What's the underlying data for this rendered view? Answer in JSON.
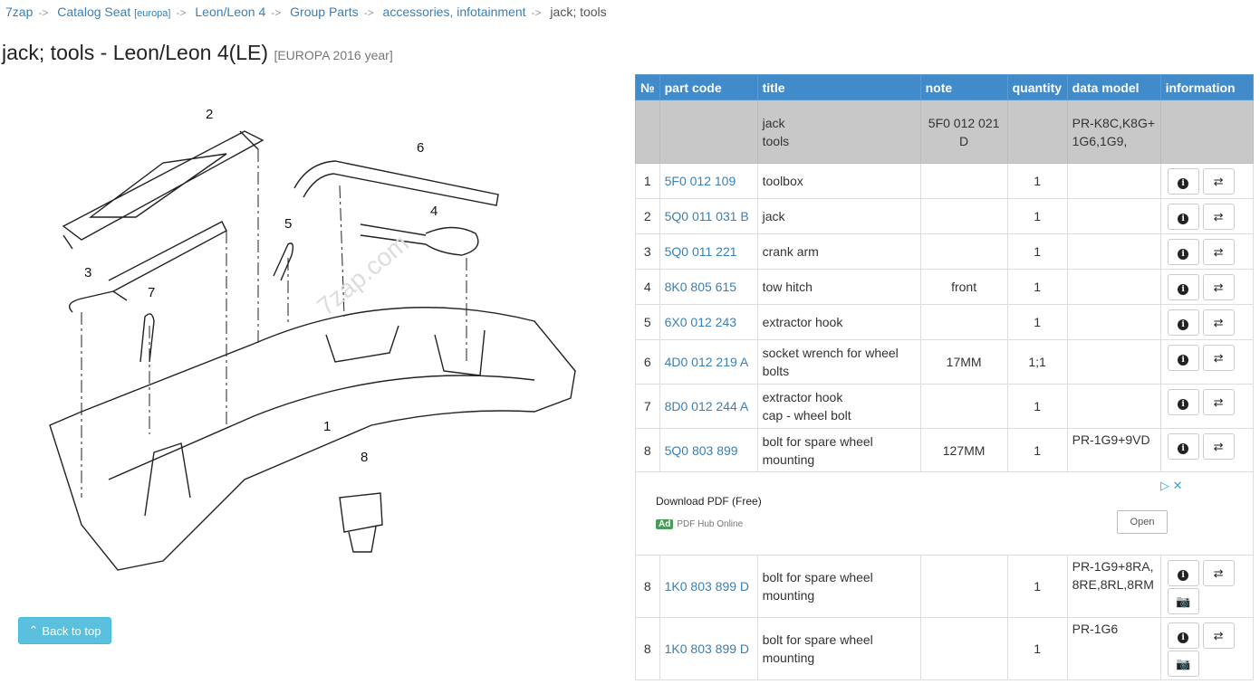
{
  "breadcrumb": {
    "items": [
      {
        "label": "7zap"
      },
      {
        "label": "Catalog Seat",
        "sub": "[europa]"
      },
      {
        "label": "Leon/Leon 4"
      },
      {
        "label": "Group Parts"
      },
      {
        "label": "accessories, infotainment"
      }
    ],
    "current": "jack; tools",
    "separator": "->"
  },
  "page": {
    "title": "jack; tools - Leon/Leon 4(LE)",
    "subtitle": "[EUROPA 2016 year]"
  },
  "diagram": {
    "callouts": [
      "1",
      "2",
      "3",
      "4",
      "5",
      "6",
      "7",
      "8"
    ],
    "watermark": "7zap.com"
  },
  "back_to_top": "Back to top",
  "table": {
    "headers": [
      "№",
      "part code",
      "title",
      "note",
      "quantity",
      "data model",
      "information"
    ],
    "group": {
      "title_lines": [
        "jack",
        "tools"
      ],
      "note": "5F0 012 021 D",
      "model": "PR-K8C,K8G+1G6,1G9,"
    },
    "rows": [
      {
        "no": "1",
        "code": "5F0 012 109",
        "title": "toolbox",
        "note": "",
        "qty": "1",
        "model": "",
        "photo": false
      },
      {
        "no": "2",
        "code": "5Q0 011 031 B",
        "title": "jack",
        "note": "",
        "qty": "1",
        "model": "",
        "photo": false
      },
      {
        "no": "3",
        "code": "5Q0 011 221",
        "title": "crank arm",
        "note": "",
        "qty": "1",
        "model": "",
        "photo": false
      },
      {
        "no": "4",
        "code": "8K0 805 615",
        "title": "tow hitch",
        "note": "front",
        "qty": "1",
        "model": "",
        "photo": false
      },
      {
        "no": "5",
        "code": "6X0 012 243",
        "title": "extractor hook",
        "note": "",
        "qty": "1",
        "model": "",
        "photo": false
      },
      {
        "no": "6",
        "code": "4D0 012 219 A",
        "title": "socket wrench for wheel bolts",
        "note": "17MM",
        "qty": "1;1",
        "model": "",
        "photo": false
      },
      {
        "no": "7",
        "code": "8D0 012 244 A",
        "title": "extractor hook\ncap - wheel bolt",
        "note": "",
        "qty": "1",
        "model": "",
        "photo": false
      },
      {
        "no": "8",
        "code": "5Q0 803 899",
        "title": "bolt for spare wheel mounting",
        "note": "127MM",
        "qty": "1",
        "model": "PR-1G9+9VD",
        "photo": false
      }
    ],
    "rows_after_ad": [
      {
        "no": "8",
        "code": "1K0 803 899 D",
        "title": "bolt for spare wheel mounting",
        "note": "",
        "qty": "1",
        "model": "PR-1G9+8RA,\n8RE,8RL,8RM",
        "photo": true
      },
      {
        "no": "8",
        "code": "1K0 803 899 D",
        "title": "bolt for spare wheel mounting",
        "note": "",
        "qty": "1",
        "model": "PR-1G6",
        "photo": true
      }
    ]
  },
  "ad": {
    "title": "Download PDF (Free)",
    "badge": "Ad",
    "source": "PDF Hub Online",
    "button": "Open",
    "close": "▷ ✕"
  },
  "colors": {
    "header": "#428bca",
    "link": "#3a7fb5",
    "group_row": "#c8c8c8",
    "back_to_top": "#5bc0de"
  }
}
